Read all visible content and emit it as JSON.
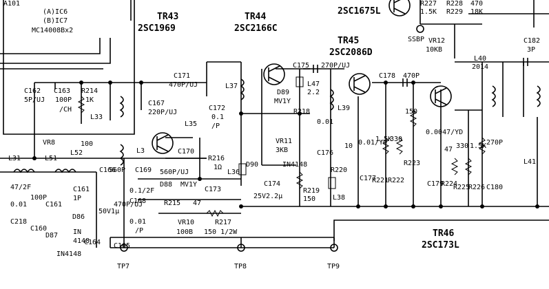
{
  "header_left": {
    "line1": "(A)IC6",
    "line2": "(B)IC7",
    "line3": "MC14008Bx2",
    "line0": "A101"
  },
  "transistors": [
    {
      "ref": "TR43",
      "part": "2SC1969"
    },
    {
      "ref": "TR44",
      "part": "2SC2166C"
    },
    {
      "ref": "TR45",
      "part": "2SC2086D"
    },
    {
      "ref": "TR46",
      "part": "2SC173L"
    },
    {
      "ref": "",
      "part": "2SC1675L"
    }
  ],
  "labels_top_right": [
    "R227",
    "1.5K",
    "R228",
    "R229",
    "470",
    "18K",
    "SSBP",
    "VR12",
    "10KB",
    "C182",
    "3P",
    "L40",
    "2014"
  ],
  "components": {
    "c162": [
      "C162",
      "5P/UJ"
    ],
    "c163": [
      "C163",
      "100P",
      "/CH"
    ],
    "r214": [
      "R214",
      "1K"
    ],
    "l33": "L33",
    "vr8": "VR8",
    "c167": [
      "C167",
      "220P/UJ"
    ],
    "c171": [
      "C171",
      "470P/UJ"
    ],
    "l37": "L37",
    "c172": [
      "C172",
      "0.1",
      "/P"
    ],
    "c175": "C175",
    "c175v": "270P/UJ",
    "l47": [
      "L47",
      "2.2"
    ],
    "d89": [
      "D89",
      "MV1Y"
    ],
    "r218": "R218",
    "l39": "L39",
    "c178": "C178",
    "c178v": "470P",
    "l31": "L31",
    "l51": "L51",
    "l52": "L52",
    "r100": "100",
    "c166": [
      "C166",
      "560P"
    ],
    "l3": "L3",
    "l35": "L35",
    "c170": "C170",
    "r216": [
      "R216",
      "1Ω"
    ],
    "vr11": [
      "VR11",
      "3KB"
    ],
    "c176": [
      "0.01",
      "C176"
    ],
    "r220": [
      "R220",
      "10"
    ],
    "c177": [
      "0.01/YD",
      "C177"
    ],
    "r221": [
      "1.5K",
      "R221"
    ],
    "r222": [
      "330",
      "R222"
    ],
    "r223": [
      "150",
      "R223"
    ],
    "c179": [
      "0.0047/YD",
      "C179"
    ],
    "r224": [
      "47",
      "R224"
    ],
    "r225": [
      "330",
      "R225"
    ],
    "r226": [
      "1.5K",
      "R226"
    ],
    "c180": [
      "270P",
      "C180"
    ],
    "l41": "L41",
    "c169": "C169",
    "c169v": "560P/UJ",
    "d88": [
      "D88",
      "MV1Y"
    ],
    "l36": "L36",
    "d90": "D90",
    "in4148": "IN4148",
    "c173": "C173",
    "c174": [
      "C174",
      "25V2.2μ"
    ],
    "r219": [
      "R219",
      "150"
    ],
    "l38": "L38",
    "c168": [
      "0.1/2F",
      "C168",
      "0.01",
      "/P"
    ],
    "r215": [
      "R215",
      "47"
    ],
    "vr10": [
      "VR10",
      "100B"
    ],
    "r217": [
      "R217",
      "150 1/2W"
    ],
    "c218": [
      "C218",
      "0.01",
      "47/2F"
    ],
    "c160": [
      "100P",
      "C160"
    ],
    "c161": [
      "C161",
      "1P"
    ],
    "c161b": "C161",
    "d87": [
      "D87",
      "IN4148"
    ],
    "d86": "D86",
    "in4148b": [
      "IN",
      "4148"
    ],
    "c164": [
      "C164",
      "50V1μ"
    ],
    "c165": [
      "470P/UJ",
      "C165"
    ]
  },
  "test_points": [
    "TP7",
    "TP8",
    "TP9"
  ]
}
